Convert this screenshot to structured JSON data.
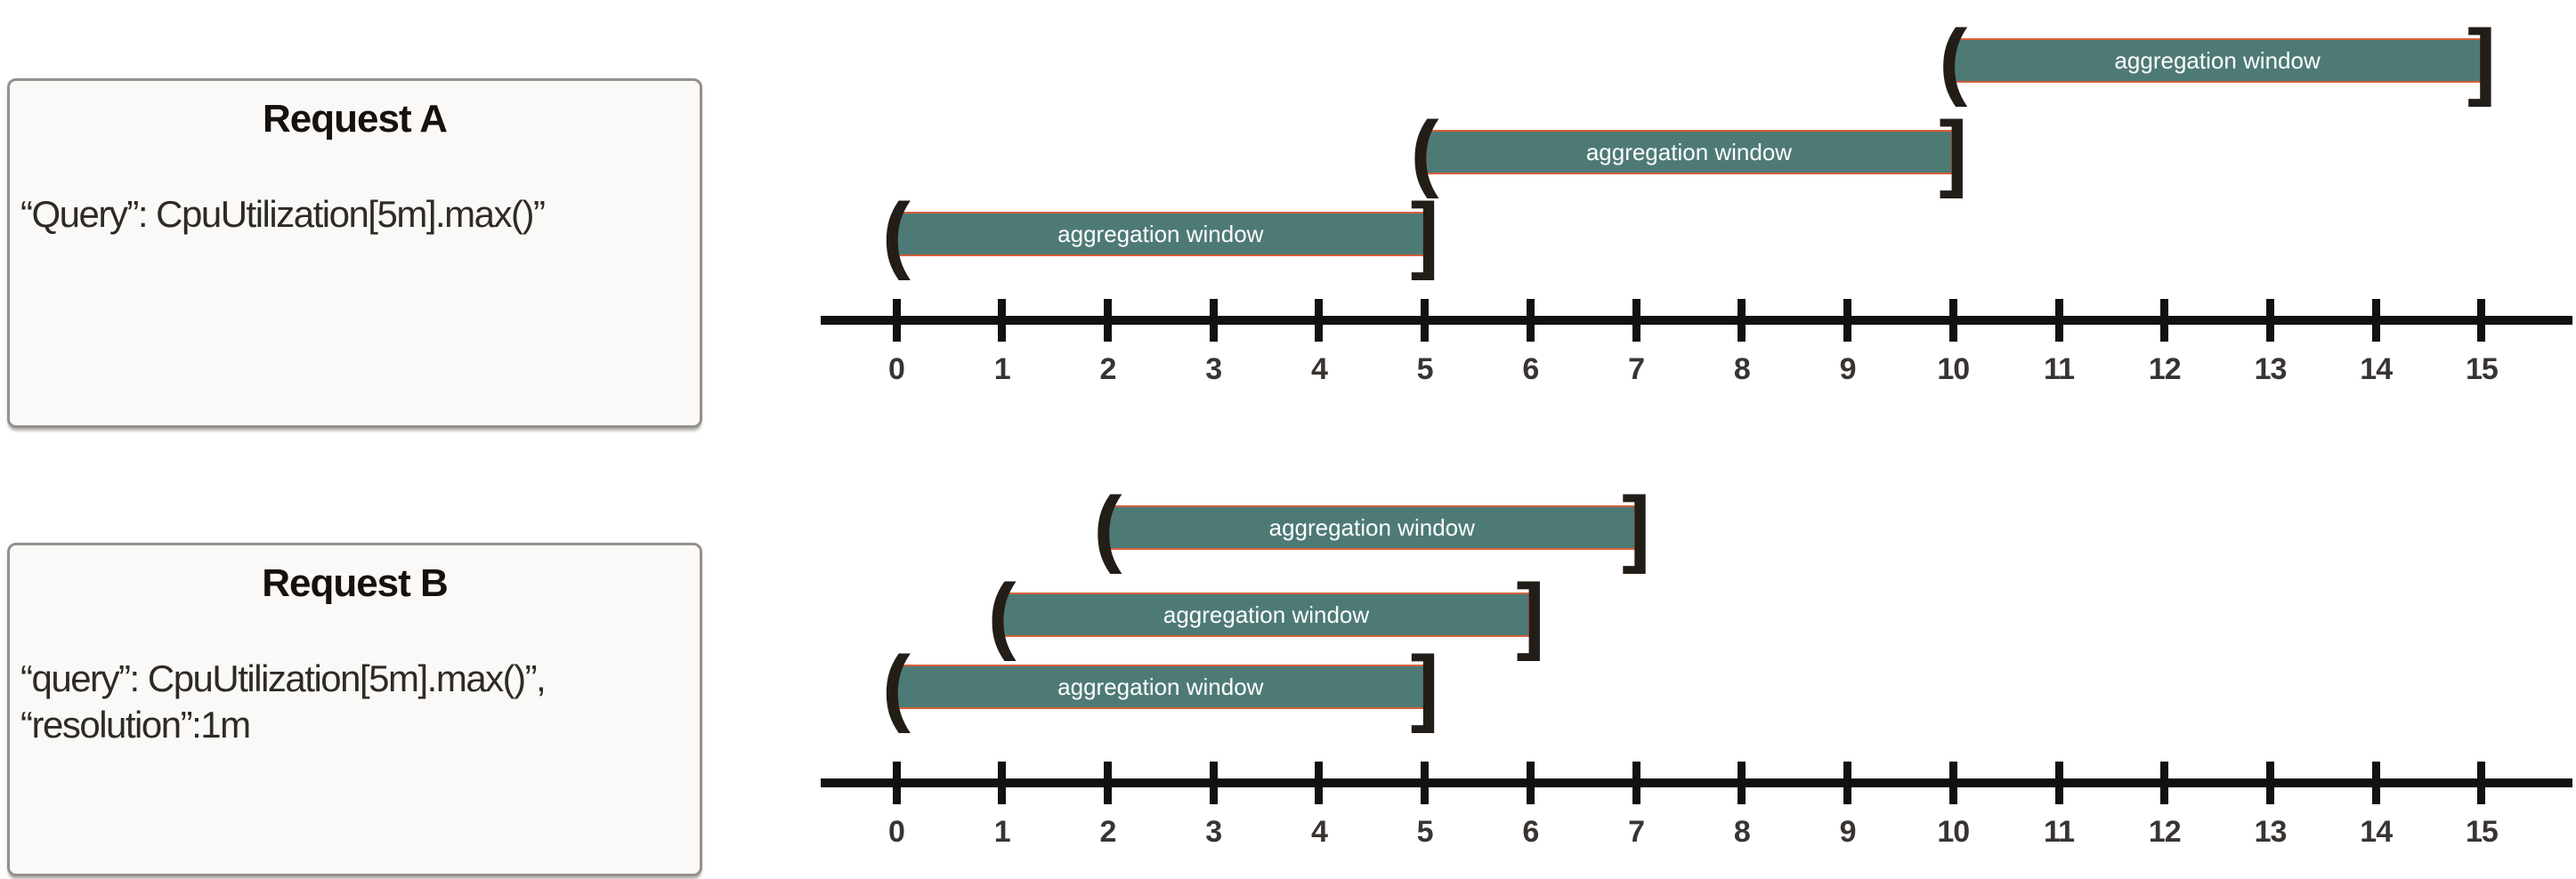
{
  "colors": {
    "bar_fill": "#4e7a76",
    "bar_border": "#d6603a",
    "bar_label_text": "#ffffff",
    "axis": "#111111",
    "tick_label": "#393431",
    "box_bg": "#faf9f7",
    "box_border": "#95908a",
    "title_text": "#16110d",
    "body_text": "#2e2a26",
    "bracket": "#231d18"
  },
  "brackets": {
    "open": "(",
    "close": "]"
  },
  "panels": [
    {
      "title": "Request A",
      "body_lines": [
        "“Query”: CpuUtilization[5m].max()”"
      ],
      "timeline": {
        "type": "interval-timeline",
        "axis_ticks": [
          0,
          1,
          2,
          3,
          4,
          5,
          6,
          7,
          8,
          9,
          10,
          11,
          12,
          13,
          14,
          15
        ],
        "windows": [
          {
            "label": "aggregation window",
            "start": 10,
            "end": 15,
            "row": 0
          },
          {
            "label": "aggregation window",
            "start": 5,
            "end": 10,
            "row": 1
          },
          {
            "label": "aggregation window",
            "start": 0,
            "end": 5,
            "row": 2
          }
        ]
      }
    },
    {
      "title": "Request B",
      "body_lines": [
        "“query”: CpuUtilization[5m].max()”,",
        "“resolution”:1m"
      ],
      "timeline": {
        "type": "interval-timeline",
        "axis_ticks": [
          0,
          1,
          2,
          3,
          4,
          5,
          6,
          7,
          8,
          9,
          10,
          11,
          12,
          13,
          14,
          15
        ],
        "windows": [
          {
            "label": "aggregation window",
            "start": 2,
            "end": 7,
            "row": 0
          },
          {
            "label": "aggregation window",
            "start": 1,
            "end": 6,
            "row": 1
          },
          {
            "label": "aggregation window",
            "start": 0,
            "end": 5,
            "row": 2
          }
        ]
      }
    }
  ]
}
